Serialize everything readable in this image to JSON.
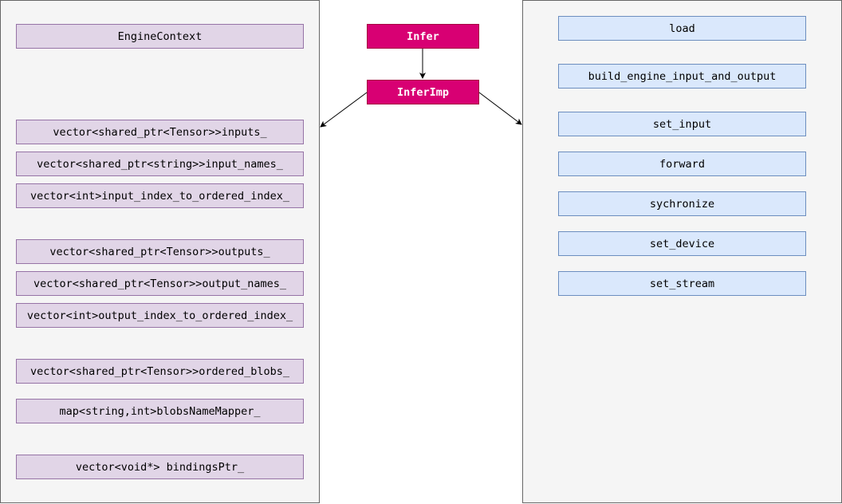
{
  "hub": {
    "infer": "Infer",
    "infer_imp": "InferImp"
  },
  "engine_context": {
    "title": "EngineContext",
    "fields": [
      "vector<shared_ptr<Tensor>>inputs_",
      "vector<shared_ptr<string>>input_names_",
      "vector<int>input_index_to_ordered_index_",
      "vector<shared_ptr<Tensor>>outputs_",
      "vector<shared_ptr<Tensor>>output_names_",
      "vector<int>output_index_to_ordered_index_",
      "vector<shared_ptr<Tensor>>ordered_blobs_",
      "map<string,int>blobsNameMapper_",
      "vector<void*> bindingsPtr_"
    ]
  },
  "methods": [
    "load",
    "build_engine_input_and_output",
    "set_input",
    "forward",
    "sychronize",
    "set_device",
    "set_stream"
  ],
  "colors": {
    "hub_fill": "#d80073",
    "field_fill": "#e1d5e7",
    "method_fill": "#dae8fc",
    "panel_fill": "#f5f5f5"
  }
}
